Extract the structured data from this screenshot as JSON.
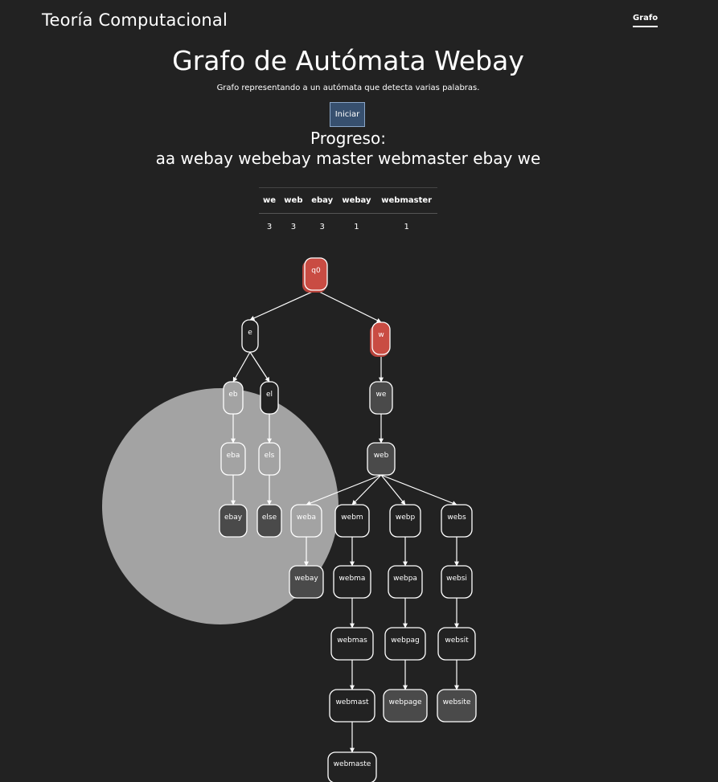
{
  "header": {
    "brand": "Teoría Computacional",
    "nav": [
      {
        "label": "Grafo"
      }
    ]
  },
  "main": {
    "title": "Grafo de Autómata Webay",
    "subtitle": "Grafo representando a un autómata que detecta varias palabras.",
    "start_label": "Iniciar",
    "progress_label": "Progreso:",
    "progress_text": "aa webay webebay master webmaster ebay we"
  },
  "counts_table": {
    "headers": [
      "we",
      "web",
      "ebay",
      "webay",
      "webmaster"
    ],
    "values": [
      "3",
      "3",
      "3",
      "1",
      "1"
    ]
  },
  "colors": {
    "background": "#222222",
    "active_node": "#c94c43",
    "final_node": "#4a4a4a",
    "node_border": "#ffffff",
    "overlay_circle": "#a3a3a3"
  },
  "graph": {
    "nodes": [
      {
        "id": "q0",
        "label": "q0",
        "state": "active"
      },
      {
        "id": "e",
        "label": "e",
        "state": "normal"
      },
      {
        "id": "w",
        "label": "w",
        "state": "active"
      },
      {
        "id": "eb",
        "label": "eb",
        "state": "normal"
      },
      {
        "id": "el",
        "label": "el",
        "state": "normal"
      },
      {
        "id": "we",
        "label": "we",
        "state": "final"
      },
      {
        "id": "eba",
        "label": "eba",
        "state": "normal"
      },
      {
        "id": "els",
        "label": "els",
        "state": "normal"
      },
      {
        "id": "web",
        "label": "web",
        "state": "final"
      },
      {
        "id": "ebay",
        "label": "ebay",
        "state": "final"
      },
      {
        "id": "else",
        "label": "else",
        "state": "final"
      },
      {
        "id": "weba",
        "label": "weba",
        "state": "normal"
      },
      {
        "id": "webm",
        "label": "webm",
        "state": "normal"
      },
      {
        "id": "webp",
        "label": "webp",
        "state": "normal"
      },
      {
        "id": "webs",
        "label": "webs",
        "state": "normal"
      },
      {
        "id": "webay",
        "label": "webay",
        "state": "final"
      },
      {
        "id": "webma",
        "label": "webma",
        "state": "normal"
      },
      {
        "id": "webpa",
        "label": "webpa",
        "state": "normal"
      },
      {
        "id": "websi",
        "label": "websi",
        "state": "normal"
      },
      {
        "id": "webmas",
        "label": "webmas",
        "state": "normal"
      },
      {
        "id": "webpag",
        "label": "webpag",
        "state": "normal"
      },
      {
        "id": "websit",
        "label": "websit",
        "state": "normal"
      },
      {
        "id": "webmast",
        "label": "webmast",
        "state": "normal"
      },
      {
        "id": "webpage",
        "label": "webpage",
        "state": "final"
      },
      {
        "id": "website",
        "label": "website",
        "state": "final"
      },
      {
        "id": "webmaste",
        "label": "webmaste",
        "state": "normal"
      }
    ],
    "edges": [
      [
        "q0",
        "e"
      ],
      [
        "q0",
        "w"
      ],
      [
        "e",
        "eb"
      ],
      [
        "e",
        "el"
      ],
      [
        "w",
        "we"
      ],
      [
        "eb",
        "eba"
      ],
      [
        "el",
        "els"
      ],
      [
        "we",
        "web"
      ],
      [
        "eba",
        "ebay"
      ],
      [
        "els",
        "else"
      ],
      [
        "web",
        "weba"
      ],
      [
        "web",
        "webm"
      ],
      [
        "web",
        "webp"
      ],
      [
        "web",
        "webs"
      ],
      [
        "weba",
        "webay"
      ],
      [
        "webm",
        "webma"
      ],
      [
        "webp",
        "webpa"
      ],
      [
        "webs",
        "websi"
      ],
      [
        "webma",
        "webmas"
      ],
      [
        "webpa",
        "webpag"
      ],
      [
        "websi",
        "websit"
      ],
      [
        "webmas",
        "webmast"
      ],
      [
        "webpag",
        "webpage"
      ],
      [
        "websit",
        "website"
      ],
      [
        "webmast",
        "webmaste"
      ]
    ]
  }
}
